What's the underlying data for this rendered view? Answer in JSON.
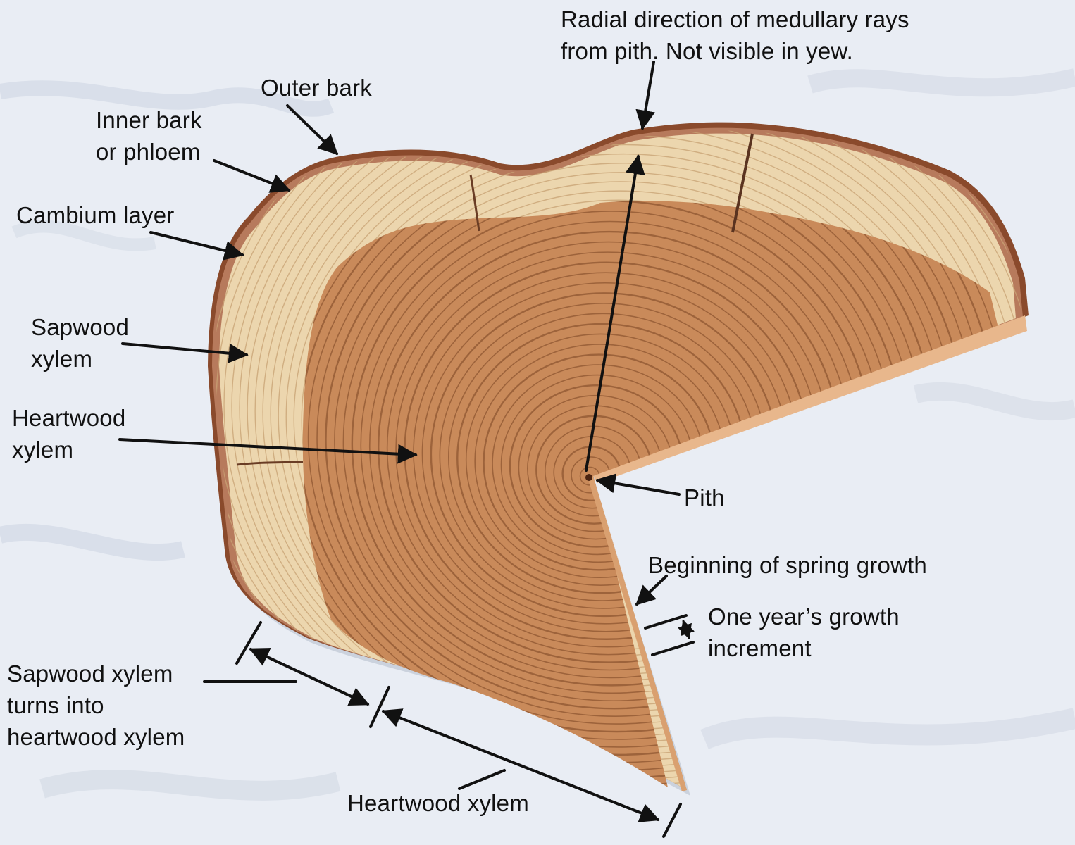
{
  "labels": {
    "radial_line1": "Radial direction of medullary rays",
    "radial_line2": "from pith. Not visible in yew.",
    "outer_bark": "Outer bark",
    "inner_bark_line1": "Inner bark",
    "inner_bark_line2": "or phloem",
    "cambium": "Cambium layer",
    "sapwood_line1": "Sapwood",
    "sapwood_line2": "xylem",
    "heartwood_line1": "Heartwood",
    "heartwood_line2": "xylem",
    "pith": "Pith",
    "spring_growth": "Beginning of spring growth",
    "year_line1": "One year’s growth",
    "year_line2": "increment",
    "transition_line1": "Sapwood xylem",
    "transition_line2": "turns into",
    "transition_line3": "heartwood xylem",
    "heartwood_bottom": "Heartwood xylem"
  },
  "colors": {
    "background": "#e9edf4",
    "cloth_shadow": "#c9d0dc",
    "bark": "#8a4a2c",
    "inner_bark": "#b77a5c",
    "sapwood": "#ecd6ae",
    "sapwood_rings": "#c9a476",
    "heartwood": "#c98a5a",
    "heartwood_rings": "#8e5532",
    "cut_face": "#e7b98f",
    "arrow": "#111111"
  }
}
